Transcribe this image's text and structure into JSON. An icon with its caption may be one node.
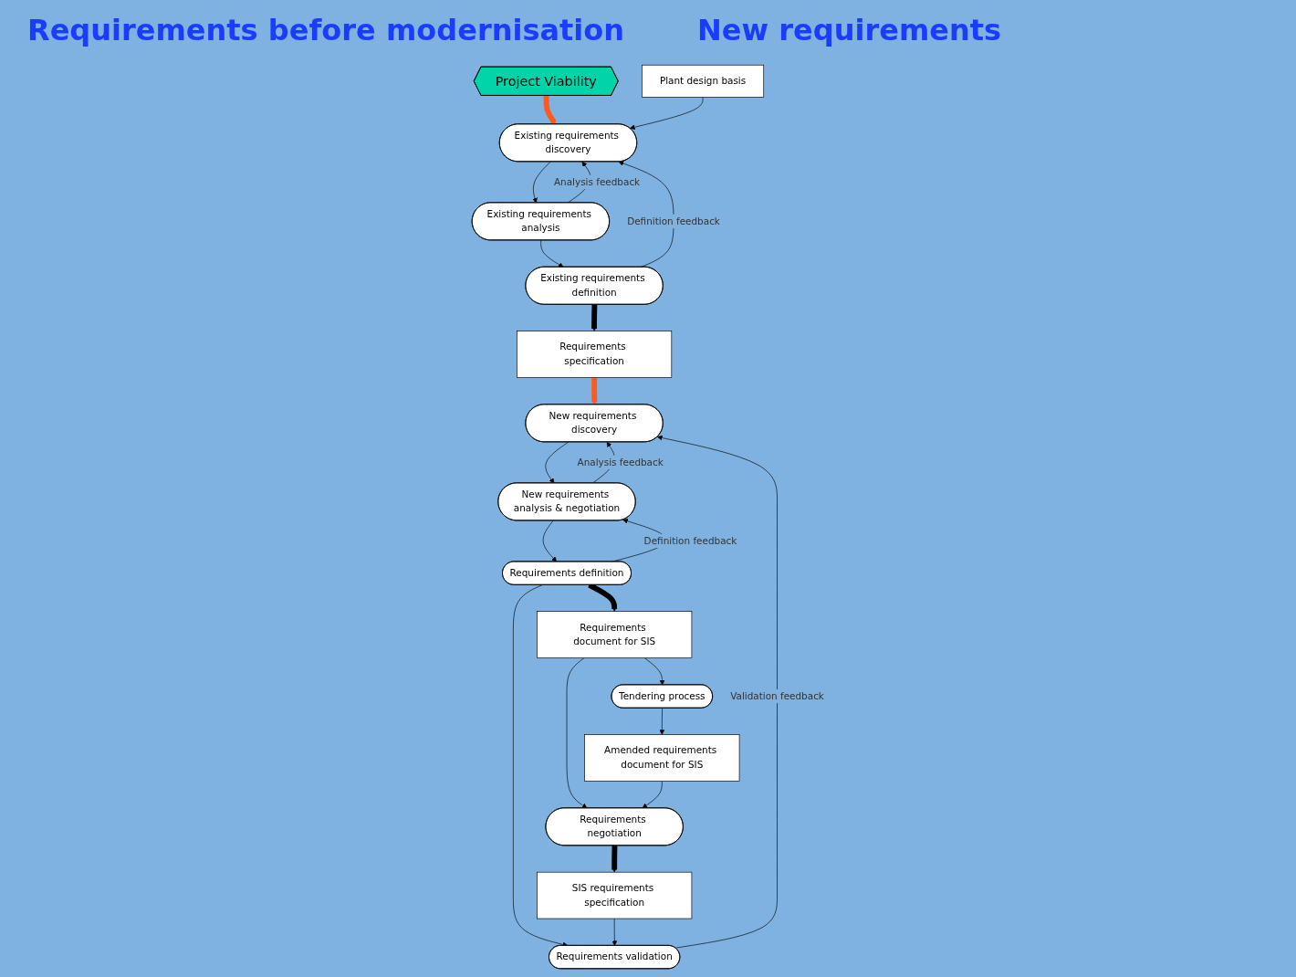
{
  "diagram": {
    "nodes": [
      {
        "text": [
          "Project Viability"
        ]
      },
      {
        "text": [
          "Plant design basis"
        ]
      },
      {
        "text": [
          "Existing requirements discovery"
        ]
      },
      {
        "text": [
          "Existing requirements analysis"
        ]
      },
      {
        "text": [
          "Existing requirements definition"
        ]
      },
      {
        "text": [
          "Requirements specification"
        ]
      },
      {
        "text": [
          "New requirements discovery"
        ]
      },
      {
        "text": [
          "New requirements analysis & negotiation"
        ]
      },
      {
        "text": [
          "Requirements definition"
        ]
      },
      {
        "text": [
          "Requirements validation"
        ]
      },
      {
        "text": [
          "Tendering process"
        ]
      },
      {
        "text": [
          "Requirements document for SIS"
        ]
      },
      {
        "text": [
          "Amended requirements document for SIS"
        ]
      },
      {
        "text": [
          "Requirements negotiation"
        ]
      },
      {
        "text": [
          "SIS requirements specification"
        ]
      }
    ],
    "edges": [
      {
        "from": 0,
        "to": 2,
        "arrow": "to",
        "style": "thick",
        "color": "#ff5a1e"
      },
      {
        "from": 1,
        "to": 2,
        "arrow": "to"
      },
      {
        "from": 2,
        "to": 3,
        "arrow": "to"
      },
      {
        "from": 3,
        "to": 2,
        "arrow": "to",
        "label": "Analysis feedback"
      },
      {
        "from": 3,
        "to": 4,
        "arrow": "to"
      },
      {
        "from": 4,
        "to": 2,
        "arrow": "to",
        "label": "Definition feedback"
      },
      {
        "from": 4,
        "to": 5,
        "arrow": "to",
        "style": "thick"
      },
      {
        "from": 5,
        "to": 6,
        "arrow": "to",
        "style": "thick",
        "color": "#ff5a1e"
      },
      {
        "from": 6,
        "to": 7,
        "arrow": "to"
      },
      {
        "from": 7,
        "to": 6,
        "arrow": "to",
        "label": "Analysis feedback"
      },
      {
        "from": 7,
        "to": 8,
        "arrow": "to"
      },
      {
        "from": 8,
        "to": 7,
        "arrow": "to",
        "label": "Definition feedback"
      },
      {
        "from": 8,
        "to": 9,
        "arrow": "to"
      },
      {
        "from": 9,
        "to": 6,
        "arrow": "to",
        "label": "Validation feedback"
      },
      {
        "from": 8,
        "to": 11,
        "arrow": "to",
        "style": "thick"
      },
      {
        "from": 11,
        "to": 10,
        "arrow": "to"
      },
      {
        "from": 10,
        "to": 12,
        "arrow": "to"
      },
      {
        "from": 11,
        "to": 13,
        "arrow": "to"
      },
      {
        "from": 12,
        "to": 13,
        "arrow": "to"
      },
      {
        "from": 13,
        "to": 14,
        "arrow": "to",
        "style": "thick"
      },
      {
        "from": 14,
        "to": 9,
        "arrow": "to"
      }
    ],
    "labels": [
      "Requirements before modernisation",
      "New requirements"
    ]
  }
}
